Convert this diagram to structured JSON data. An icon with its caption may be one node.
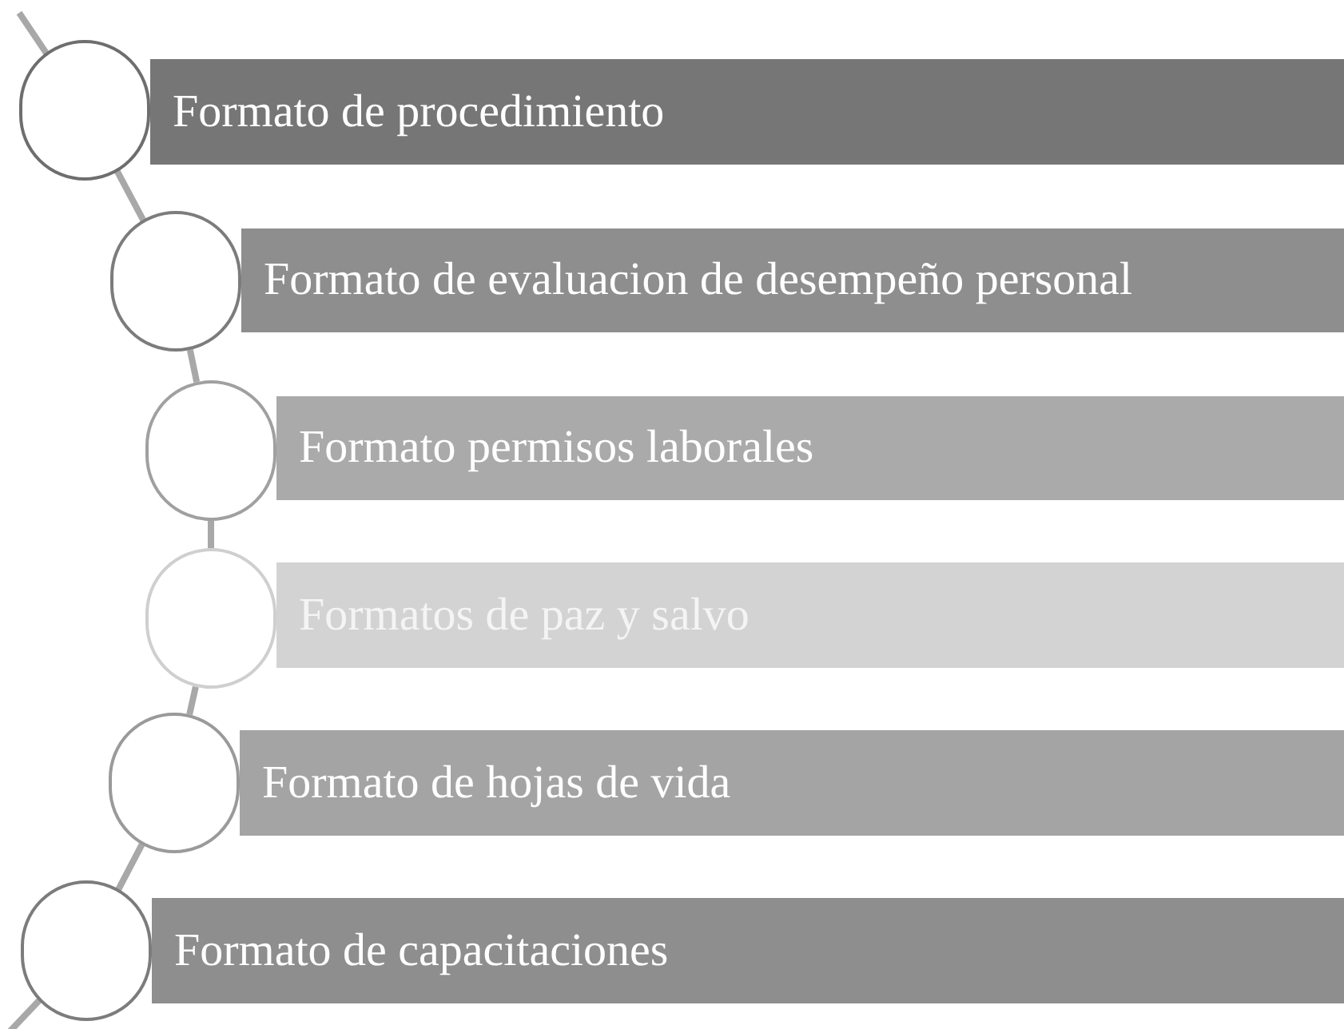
{
  "diagram": {
    "nodes": [
      {
        "text": [
          "Formato de procedimiento"
        ]
      },
      {
        "text": [
          "Formato de evaluacion de desempeño personal"
        ]
      },
      {
        "text": [
          "Formato permisos laborales"
        ]
      },
      {
        "text": [
          "Formatos de paz y salvo"
        ]
      },
      {
        "text": [
          "Formato de hojas de vida"
        ]
      },
      {
        "text": [
          "Formato de capacitaciones"
        ]
      },
      {
        "text": [],
        "shape": "circle"
      },
      {
        "text": [],
        "shape": "circle"
      },
      {
        "text": [],
        "shape": "circle"
      },
      {
        "text": [],
        "shape": "circle"
      },
      {
        "text": [],
        "shape": "circle"
      },
      {
        "text": [],
        "shape": "circle"
      }
    ],
    "edges": [
      {
        "from": null,
        "to": 6,
        "arrow": "none"
      },
      {
        "from": 6,
        "to": 7,
        "arrow": "none"
      },
      {
        "from": 7,
        "to": 8,
        "arrow": "none"
      },
      {
        "from": 8,
        "to": 9,
        "arrow": "none"
      },
      {
        "from": 9,
        "to": 10,
        "arrow": "none"
      },
      {
        "from": 10,
        "to": 11,
        "arrow": "none"
      },
      {
        "from": 11,
        "to": null,
        "arrow": "none"
      }
    ]
  }
}
